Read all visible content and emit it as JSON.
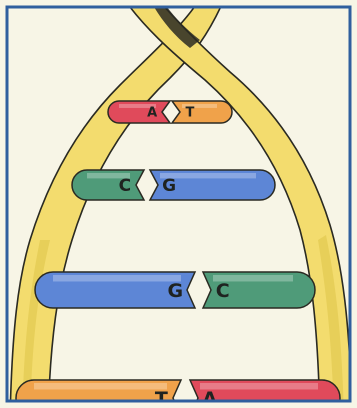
{
  "figure": {
    "background": "#f7f5e6",
    "frame_color": "#2f5f9e",
    "backbone_color": "#f3dc6e",
    "backbone_shade": "#d9bf40",
    "outline_color": "#2a2a22"
  },
  "base_pairs": [
    {
      "left": {
        "letter": "A",
        "color": "#e04a5b"
      },
      "right": {
        "letter": "T",
        "color": "#f0a24a"
      }
    },
    {
      "left": {
        "letter": "C",
        "color": "#4f9b79"
      },
      "right": {
        "letter": "G",
        "color": "#5d86d6"
      }
    },
    {
      "left": {
        "letter": "G",
        "color": "#5d86d6"
      },
      "right": {
        "letter": "C",
        "color": "#4f9b79"
      }
    },
    {
      "left": {
        "letter": "T",
        "color": "#f0a24a"
      },
      "right": {
        "letter": "A",
        "color": "#e04a5b"
      }
    }
  ]
}
